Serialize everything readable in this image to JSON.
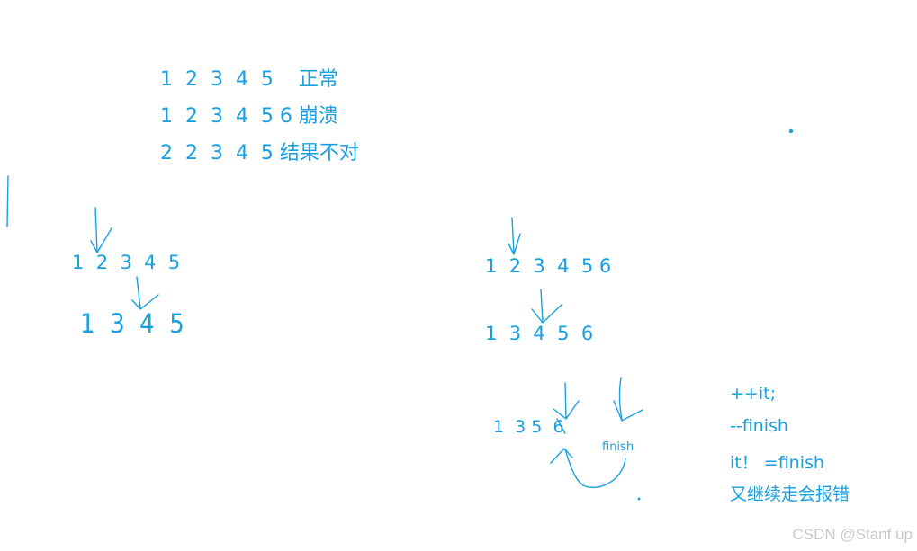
{
  "notes": {
    "line1": "1  2  3  4  5    正常",
    "line2": "1  2  3  4  5 6 崩溃",
    "line3": "2  2  3  4  5 结果不对"
  },
  "left": {
    "row1": "1  2  3  4  5",
    "row2": "1  3  4  5"
  },
  "right": {
    "row1": "1  2  3  4  5 6",
    "row2": "1  3  4  5  6",
    "row3": "1  3 5  6",
    "finish_label": "finish"
  },
  "code": {
    "line1": "++it;",
    "line2": "--finish",
    "line3": "it！ =finish",
    "line4": "又继续走会报错"
  },
  "watermark": "CSDN @Stanf up",
  "colors": {
    "ink": "#1aa0e0",
    "watermark": "#c8c8c8"
  }
}
